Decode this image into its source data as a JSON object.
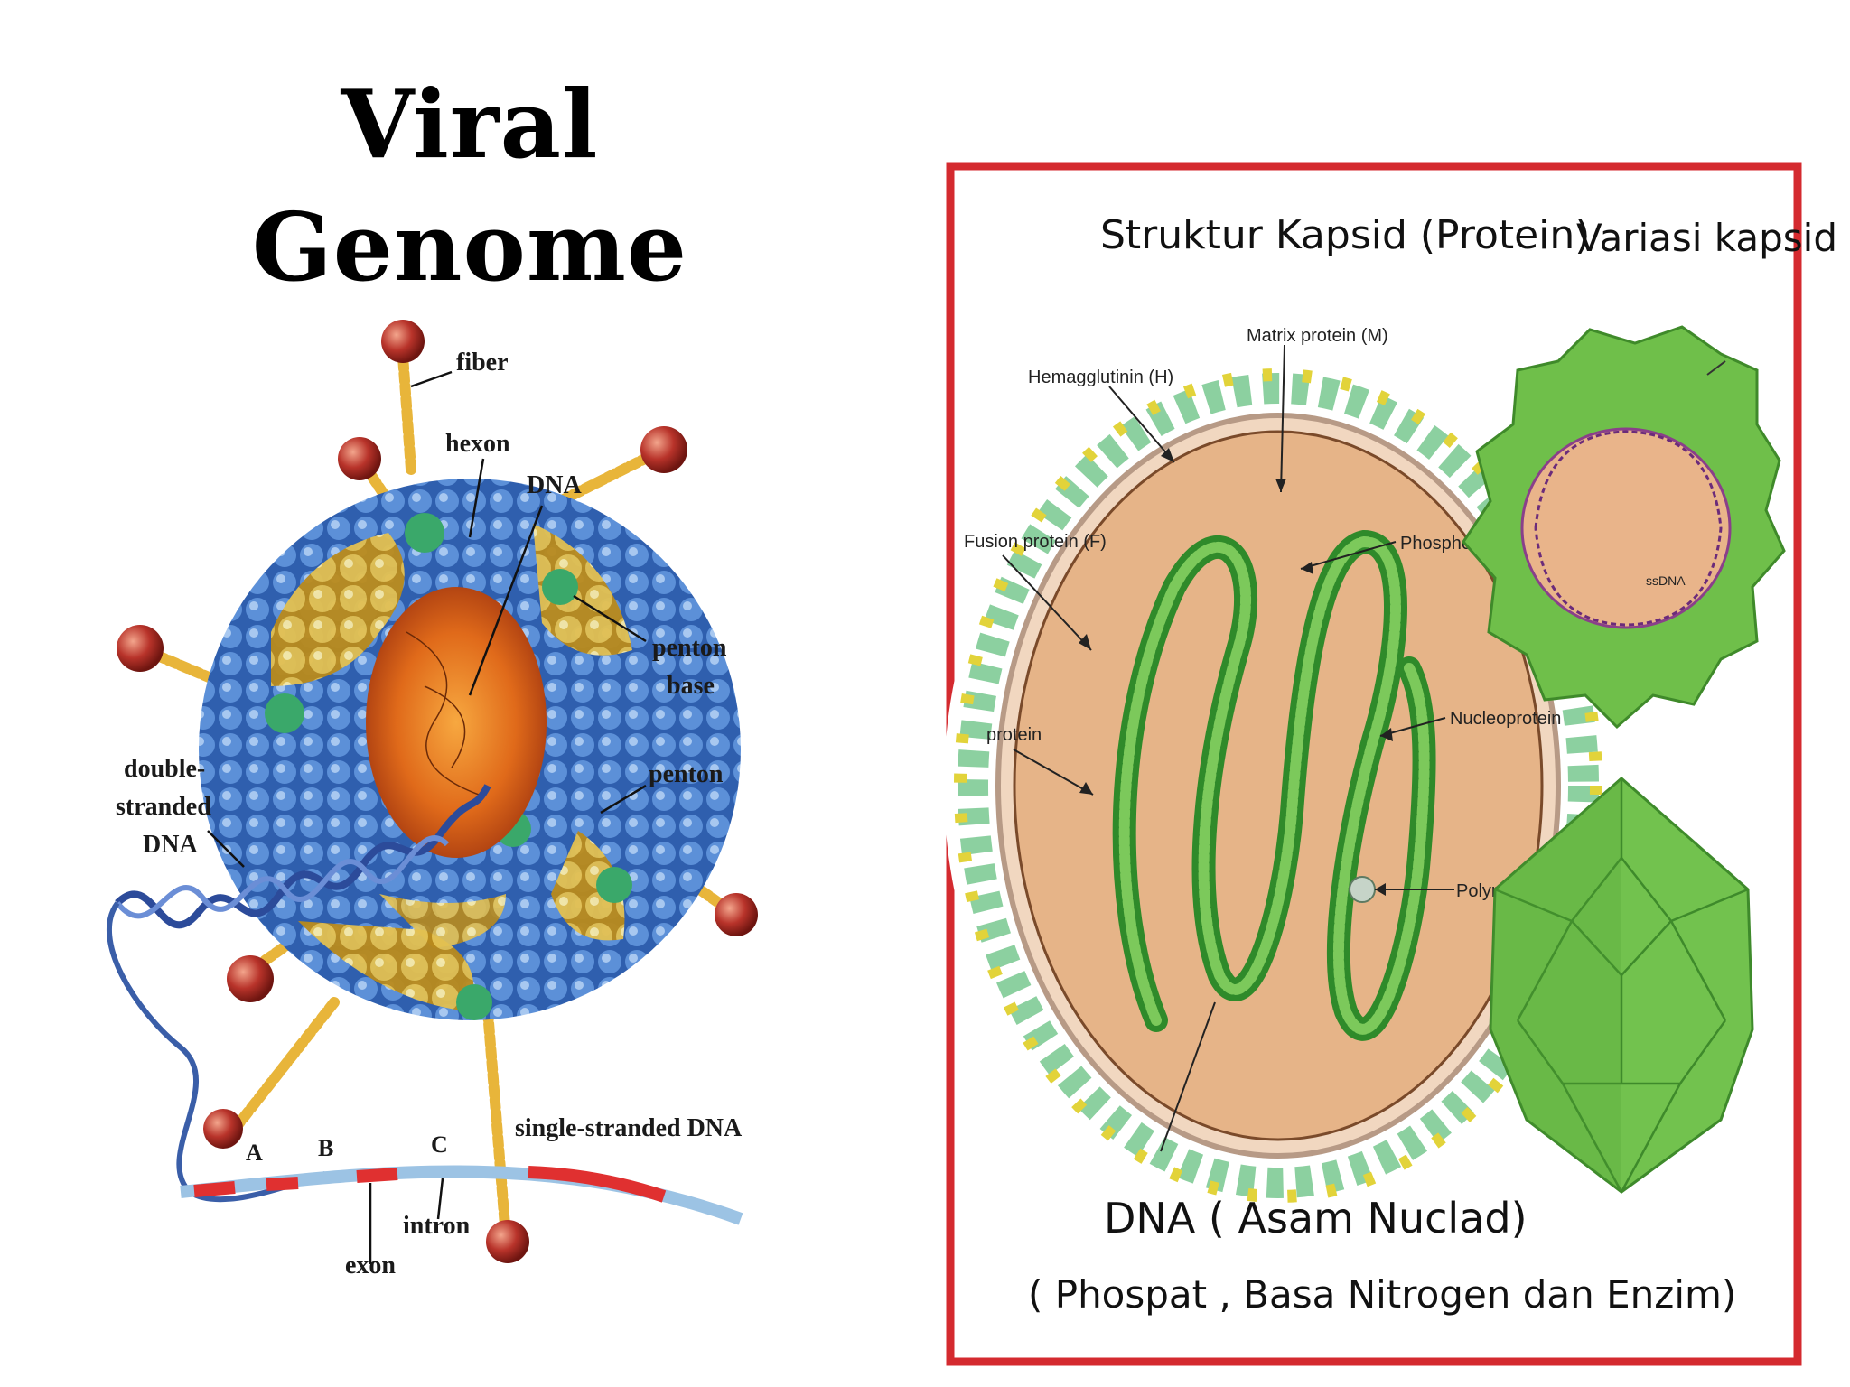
{
  "title": {
    "line1": "Viral",
    "line2": "Genome"
  },
  "left_diagram": {
    "labels": {
      "fiber": "fiber",
      "hexon": "hexon",
      "dna": "DNA",
      "penton_base_1": "penton",
      "penton_base_2": "base",
      "penton": "penton",
      "ds_1": "double-",
      "ds_2": "stranded",
      "ds_3": "DNA",
      "ss_dna": "single-stranded DNA",
      "a": "A",
      "b": "B",
      "c": "C",
      "intron": "intron",
      "exon": "exon"
    }
  },
  "right_panel": {
    "heading_left": "Struktur Kapsid (Protein)",
    "heading_right": "Variasi kapsid",
    "labels": {
      "matrix": "Matrix protein (M)",
      "hemagglutinin": "Hemagglutinin (H)",
      "fusion": "Fusion protein (F)",
      "phosphoprotein": "Phosphoprotein (F)",
      "nucleoprotein": "Nucleoprotein",
      "protein": "protein",
      "polymerase": "Polymerase",
      "ssdna": "ssDNA"
    },
    "footer_line1": "DNA ( Asam Nuclad)",
    "footer_line2": "( Phospat , Basa Nitrogen dan Enzim)"
  },
  "colors": {
    "frame": "#d42a2f",
    "capsid_green": "#6fbf4a",
    "capsid_dark": "#3f8a2a",
    "core": "#e9b48a",
    "hexon_blue": "#3b73c4"
  }
}
